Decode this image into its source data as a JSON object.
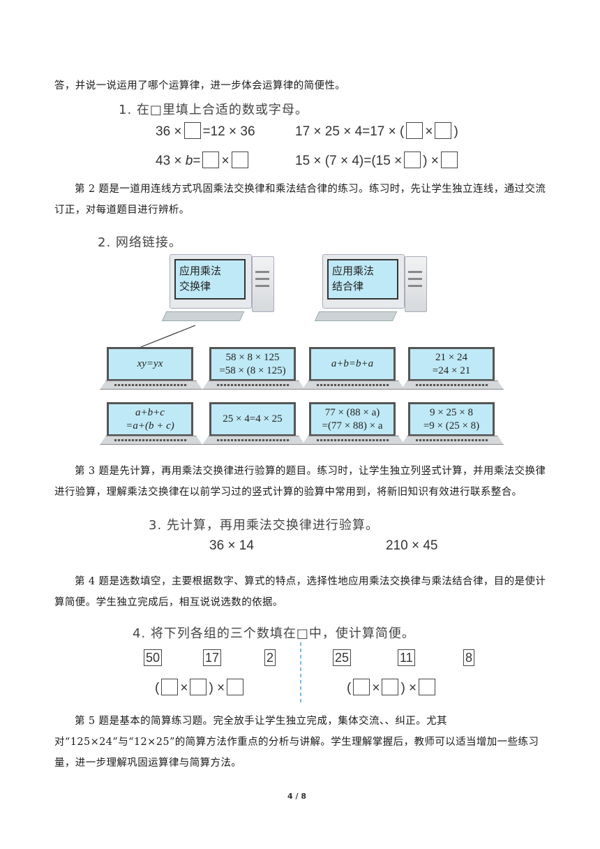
{
  "intro_tail": "答，并说一说运用了哪个运算律，进一步体会运算律的简便性。",
  "ex1": {
    "heading": "1. 在□里填上合适的数或字母。",
    "r1a_left": "36 ×",
    "r1a_right": "=12 × 36",
    "r1b_left": "17 × 25 × 4=17 × (",
    "r1b_mid": "×",
    "r1b_right": ")",
    "r2a_left": "43 × ",
    "r2a_var": "b",
    "r2a_eq": "=",
    "r2a_mid": "×",
    "r2b_left": "15 × (7 × 4)=(15 ×",
    "r2b_mid": ") ×"
  },
  "para2": "第 2 题是一道用连线方式巩固乘法交换律和乘法结合律的练习。练习时，先让学生独立连线，通过交流订正，对每道题目进行辨析。",
  "ex2": {
    "heading": "2. 网络链接。",
    "computers": [
      {
        "line1": "应用乘法",
        "line2": "交换律"
      },
      {
        "line1": "应用乘法",
        "line2": "结合律"
      }
    ],
    "laptops": [
      {
        "line1": "xy=yx",
        "line2": ""
      },
      {
        "line1": "58 × 8 × 125",
        "line2": "=58 × (8 × 125)"
      },
      {
        "line1": "a+b=b+a",
        "line2": ""
      },
      {
        "line1": "21 × 24",
        "line2": "=24 × 21"
      },
      {
        "line1": "a+b+c",
        "line2": "=a+(b + c)"
      },
      {
        "line1": "25 × 4=4 × 25",
        "line2": ""
      },
      {
        "line1": "77 × (88 × a)",
        "line2": "=(77 × 88) × a"
      },
      {
        "line1": "9 × 25 × 8",
        "line2": "=9 × (25 × 8)"
      }
    ]
  },
  "para3": "第 3 题是先计算，再用乘法交换律进行验算的题目。练习时，让学生独立列竖式计算，并用乘法交换律进行验算，理解乘法交换律在以前学习过的竖式计算的验算中常用到，将新旧知识有效进行联系整合。",
  "ex3": {
    "heading": "3. 先计算，再用乘法交换律进行验算。",
    "a": "36 × 14",
    "b": "210 × 45"
  },
  "para4": "第 4 题是选数填空，主要根据数字、算式的特点，选择性地应用乘法交换律与乘法结合律，目的是使计算简便。学生独立完成后，相互说说选数的依据。",
  "ex4": {
    "heading": "4. 将下列各组的三个数填在□中，使计算简便。",
    "group1": [
      "50",
      "17",
      "2"
    ],
    "group2": [
      "25",
      "11",
      "8"
    ],
    "open": "(",
    "times": "×",
    "close": ") ×"
  },
  "para5": "第 5 题是基本的简算练习题。完全放手让学生独立完成，集体交流、、纠正。尤其对“125×24”与“12×25”的简算方法作重点的分析与讲解。学生理解掌握后，教师可以适当增加一些练习量，进一步理解巩固运算律与简算方法。",
  "page_number": "4 / 8"
}
